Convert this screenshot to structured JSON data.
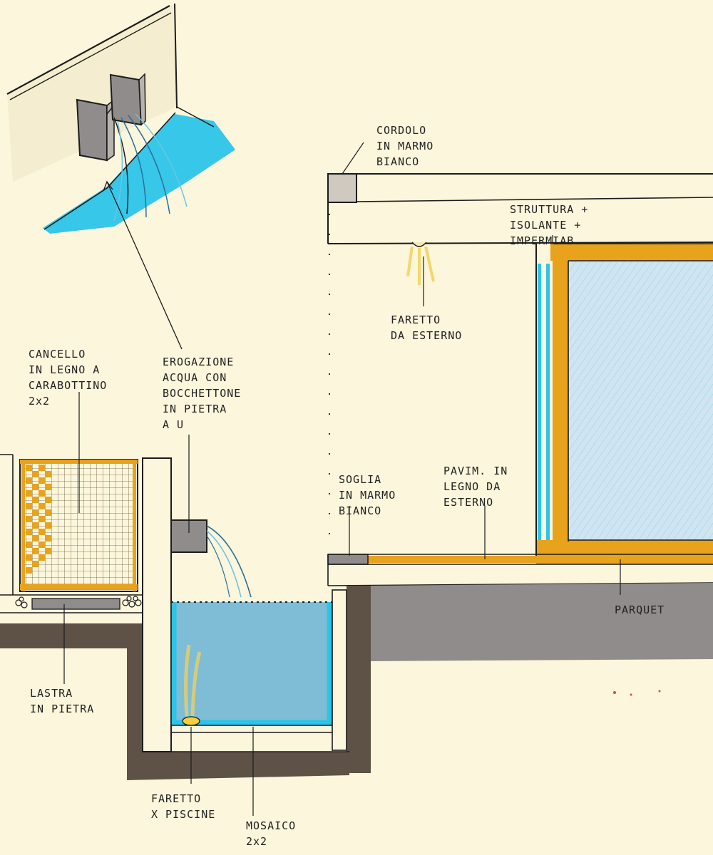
{
  "labels": {
    "cordolo": "CORDOLO\nIN MARMO\nBIANCO",
    "struttura": "STRUTTURA +\nISOLANTE +\nIMPERMIAB.",
    "faretto_esterno": "FARETTO\nDA ESTERNO",
    "cancello": "CANCELLO\nIN LEGNO A\nCARABOTTINO\n2x2",
    "erogazione": "EROGAZIONE\nACQUA CON\nBOCCHETTONE\nIN PIETRA\nA U",
    "soglia": "SOGLIA\nIN MARMO\nBIANCO",
    "pavimento": "PAVIM. IN\nLEGNO DA\nESTERNO",
    "parquet": "PARQUET",
    "lastra": "LASTRA\nIN PIETRA",
    "faretto_piscine": "FARETTO\nX PISCINE",
    "mosaico": "MOSAICO\n2x2"
  },
  "colors": {
    "paper": "#fbf6dc",
    "water": "#2cc4e8",
    "pool_water": "#7fbcd6",
    "glass": "#a9d6ef",
    "ochre": "#e8a21c",
    "earth": "#5e5246",
    "concrete": "#8f8c8b",
    "ink": "#1c1c1c"
  }
}
